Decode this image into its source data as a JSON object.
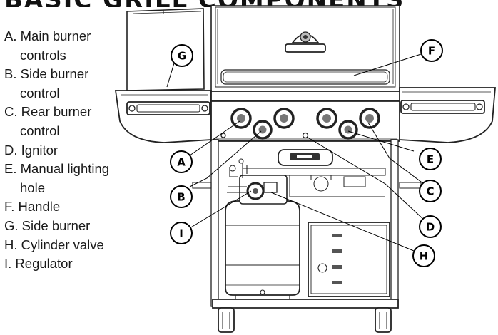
{
  "title": "BASIC GRILL COMPONENTS",
  "legend": [
    {
      "letter": "A",
      "line1": "A. Main burner",
      "line2": "controls"
    },
    {
      "letter": "B",
      "line1": "B. Side burner",
      "line2": "control"
    },
    {
      "letter": "C",
      "line1": "C. Rear burner",
      "line2": "control"
    },
    {
      "letter": "D",
      "line1": "D. Ignitor",
      "line2": ""
    },
    {
      "letter": "E",
      "line1": "E. Manual lighting",
      "line2": "hole"
    },
    {
      "letter": "F",
      "line1": "F. Handle",
      "line2": ""
    },
    {
      "letter": "G",
      "line1": "G. Side burner",
      "line2": ""
    },
    {
      "letter": "H",
      "line1": "H. Cylinder valve",
      "line2": ""
    },
    {
      "letter": "I",
      "line1": "I. Regulator",
      "line2": ""
    }
  ],
  "callouts": {
    "a": "A",
    "b": "B",
    "c": "C",
    "d": "D",
    "e": "E",
    "f": "F",
    "g": "G",
    "h": "H",
    "i": "I"
  }
}
